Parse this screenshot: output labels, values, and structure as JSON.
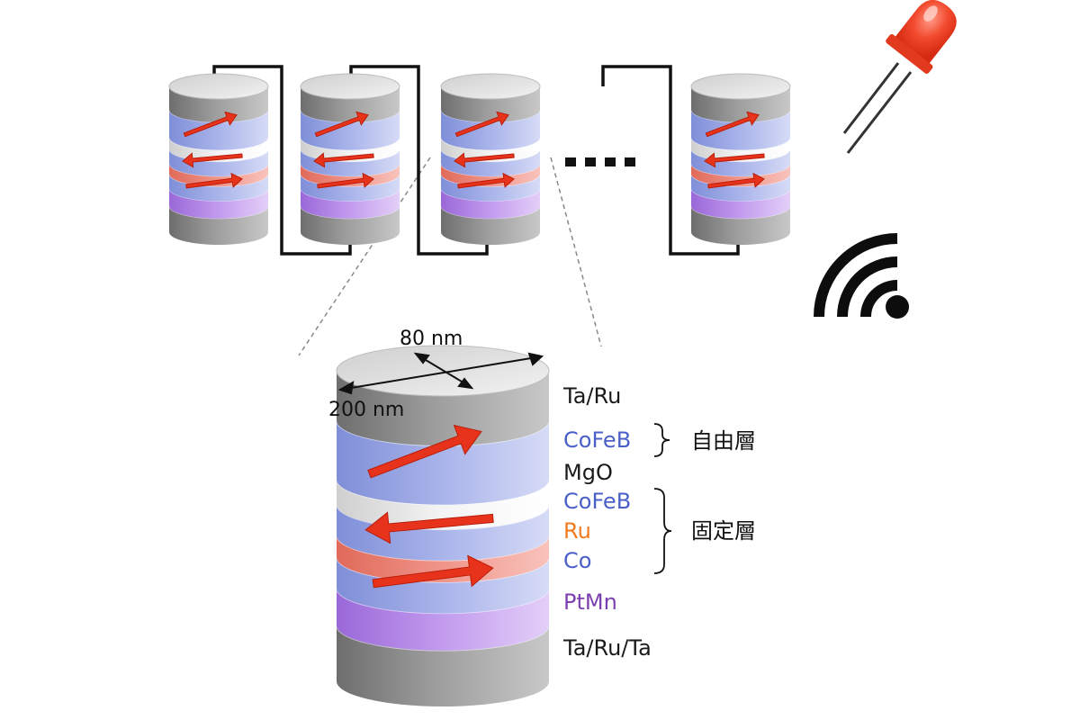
{
  "dimensions": {
    "depth": "80 nm",
    "width": "200 nm"
  },
  "layers": [
    {
      "id": "ta-ru",
      "label": "Ta/Ru",
      "color": "#1a1a1a"
    },
    {
      "id": "cofeb-free",
      "label": "CoFeB",
      "color": "#4a60c8"
    },
    {
      "id": "mgo",
      "label": "MgO",
      "color": "#1a1a1a"
    },
    {
      "id": "cofeb-pinned",
      "label": "CoFeB",
      "color": "#4a60c8"
    },
    {
      "id": "ru",
      "label": "Ru",
      "color": "#f07a1e"
    },
    {
      "id": "co",
      "label": "Co",
      "color": "#4a60c8"
    },
    {
      "id": "ptmn",
      "label": "PtMn",
      "color": "#7b3fb0"
    },
    {
      "id": "ta-ru-ta",
      "label": "Ta/Ru/Ta",
      "color": "#1a1a1a"
    }
  ],
  "groups": {
    "free_layer": "自由層",
    "pinned_layer": "固定層"
  },
  "icons": {
    "led": "led-icon",
    "wireless": "wireless-signal-icon"
  },
  "colors": {
    "arrow": "#e8331c",
    "wire": "#111111"
  }
}
